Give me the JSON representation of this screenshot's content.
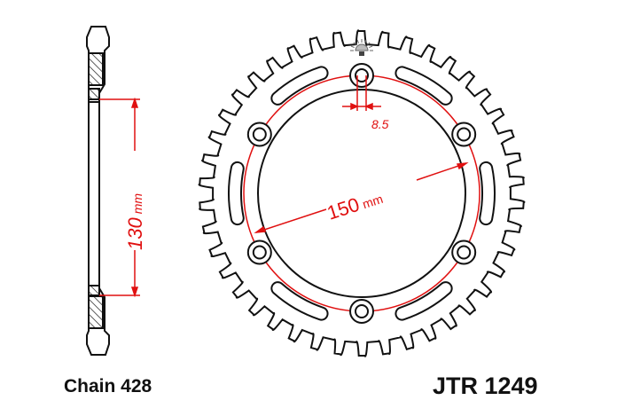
{
  "chain_label": "Chain 428",
  "part_number": "JTR 1249",
  "dimensions": {
    "pcd": "150",
    "pcd_unit": "mm",
    "hub_bore": "130",
    "hub_bore_unit": "mm",
    "bolt_hole": "8.5"
  },
  "colors": {
    "outline": "#111111",
    "dimension": "#e01010"
  },
  "icons": [
    "sun-logo-icon"
  ]
}
